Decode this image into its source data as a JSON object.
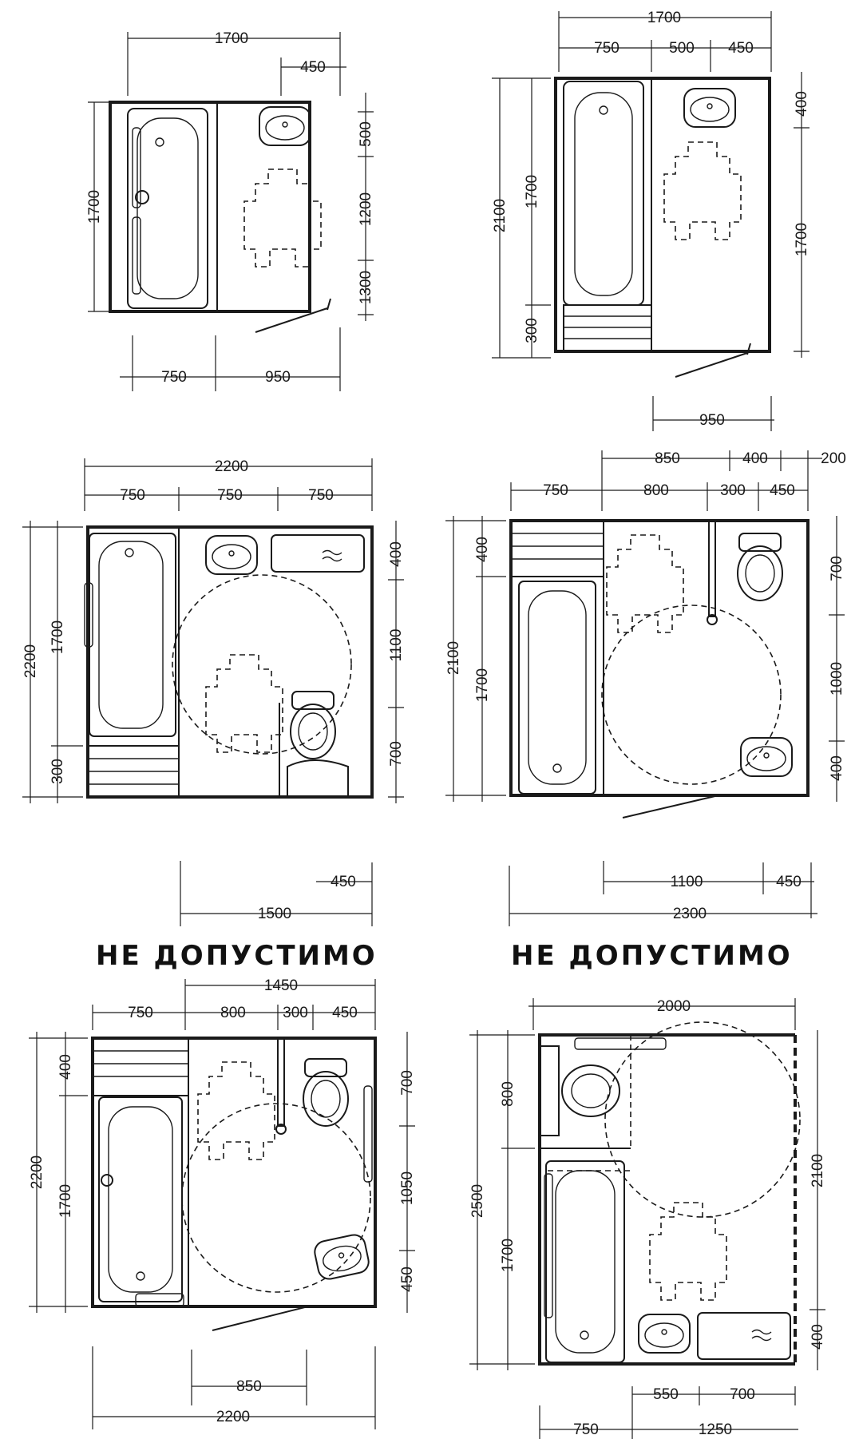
{
  "labels": {
    "not_allowed_left": "НЕ ДОПУСТИМО",
    "not_allowed_right": "НЕ ДОПУСТИМО"
  },
  "plan1": {
    "top_total": "1700",
    "top_sink": "450",
    "left_h": "1700",
    "right_a": "500",
    "right_b": "1200",
    "right_c": "1300",
    "bottom_a": "750",
    "bottom_b": "950"
  },
  "plan2": {
    "top_total": "1700",
    "top_a": "750",
    "top_b": "500",
    "top_c": "450",
    "left_total": "2100",
    "left_a": "1700",
    "left_b": "300",
    "right_a": "400",
    "right_b": "1700",
    "bottom_door": "950"
  },
  "plan3": {
    "top_total": "2200",
    "top_a": "750",
    "top_b": "750",
    "top_c": "750",
    "left_total": "2200",
    "left_a": "1700",
    "left_b": "300",
    "right_a": "400",
    "right_b": "1100",
    "right_c": "700",
    "bottom_a": "450",
    "bottom_b": "1500"
  },
  "plan4": {
    "top_row1_a": "850",
    "top_row1_b": "400",
    "top_row1_c": "200",
    "top_row2_a": "750",
    "top_row2_b": "800",
    "top_row2_c": "300",
    "top_row2_d": "450",
    "left_total": "2100",
    "left_a": "400",
    "left_b": "1700",
    "right_a": "700",
    "right_b": "1000",
    "right_c": "400",
    "bottom_a": "1100",
    "bottom_b": "450",
    "bottom_total": "2300"
  },
  "plan5": {
    "top_total": "1450",
    "top_a": "750",
    "top_b": "800",
    "top_c": "300",
    "top_d": "450",
    "left_total": "2200",
    "left_a": "400",
    "left_b": "1700",
    "right_a": "700",
    "right_b": "1050",
    "right_c": "450",
    "bottom_door": "850",
    "bottom_total": "2200"
  },
  "plan6": {
    "top_total": "2000",
    "left_total": "2500",
    "left_a": "800",
    "left_b": "1700",
    "right_a": "2100",
    "right_b": "400",
    "bottom_a": "550",
    "bottom_b": "700",
    "bottom_c": "750",
    "bottom_d": "1250"
  }
}
